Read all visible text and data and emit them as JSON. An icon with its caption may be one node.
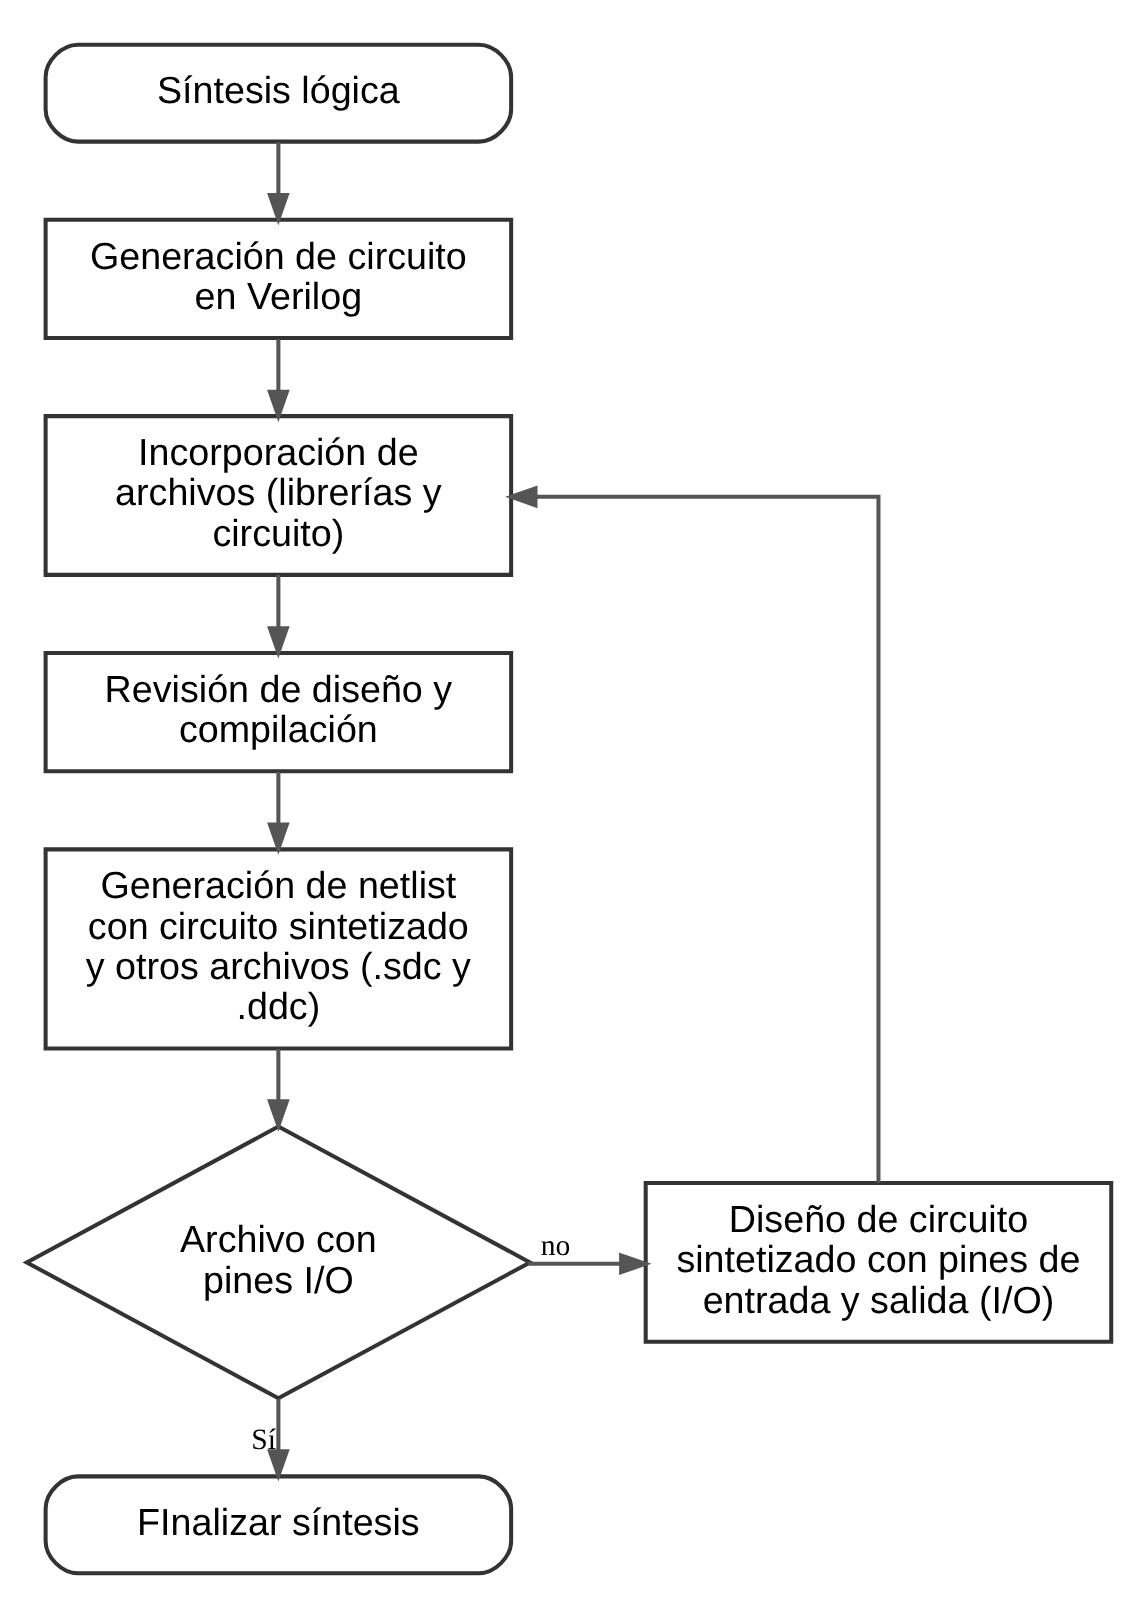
{
  "diagram": {
    "nodes": [
      {
        "text": [
          "Síntesis lógica"
        ]
      },
      {
        "text": [
          "Generación de circuito en Verilog"
        ]
      },
      {
        "text": [
          "Incorporación de archivos (librerías y circuito)"
        ]
      },
      {
        "text": [
          "Revisión de diseño y compilación"
        ]
      },
      {
        "text": [
          "Generación de netlist con circuito sintetizado y otros archivos (.sdc y .ddc)"
        ]
      },
      {
        "text": [
          "Archivo con pines I/O"
        ]
      },
      {
        "text": [
          "Diseño de circuito sintetizado con pines de entrada y salida (I/O)"
        ]
      },
      {
        "text": [
          "FInalizar síntesis"
        ]
      }
    ],
    "edges": [
      {
        "from": 0,
        "to": 1,
        "arrow": "to"
      },
      {
        "from": 1,
        "to": 2,
        "arrow": "to"
      },
      {
        "from": 2,
        "to": 3,
        "arrow": "to"
      },
      {
        "from": 3,
        "to": 4,
        "arrow": "to"
      },
      {
        "from": 4,
        "to": 5,
        "arrow": "to"
      },
      {
        "from": 5,
        "to": 6,
        "arrow": "to",
        "label": "no"
      },
      {
        "from": 6,
        "to": 2,
        "arrow": "to"
      },
      {
        "from": 5,
        "to": 7,
        "arrow": "to",
        "label": "Sí"
      }
    ]
  }
}
